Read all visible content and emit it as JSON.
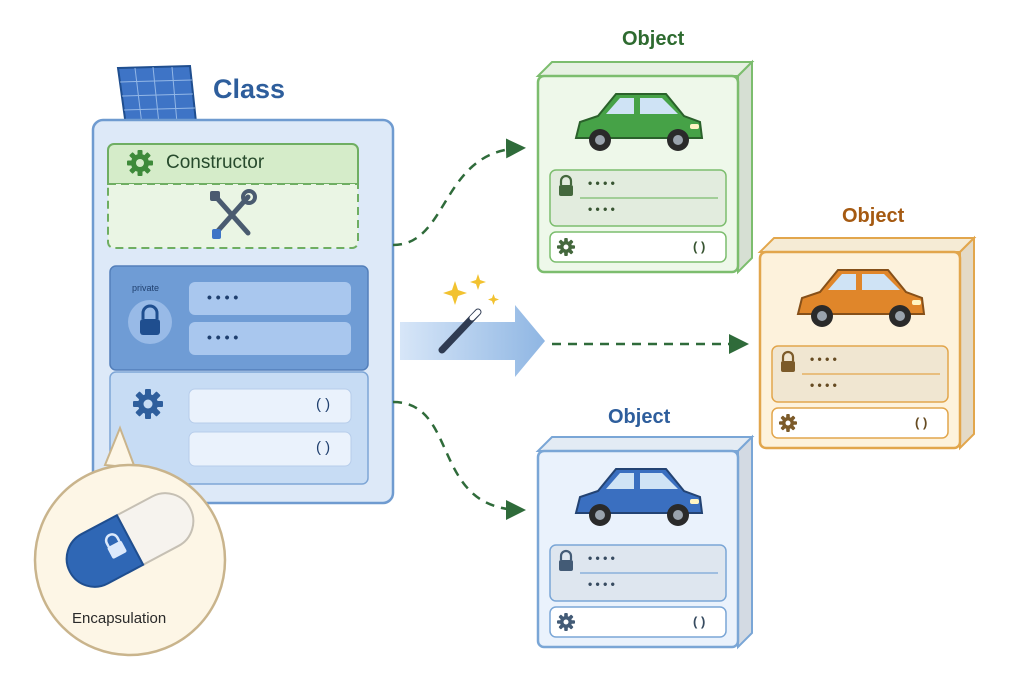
{
  "class_block": {
    "title": "Class",
    "constructor_label": "Constructor",
    "private_tag": "private",
    "field_marker": "• • • •",
    "method_marker": "( )"
  },
  "objects": [
    {
      "title": "Object",
      "color": "green",
      "frame": "#7cbd6e",
      "fill": "#eef8ea",
      "car": "#46a247",
      "field_marker": "• • • •",
      "method_marker": "( )"
    },
    {
      "title": "Object",
      "color": "orange",
      "frame": "#e2a64c",
      "fill": "#fdf2dc",
      "car": "#e0862a",
      "field_marker": "• • • •",
      "method_marker": "( )"
    },
    {
      "title": "Object",
      "color": "blue",
      "frame": "#7aa6d6",
      "fill": "#eaf2fc",
      "car": "#3a6fc0",
      "field_marker": "• • • •",
      "method_marker": "( )"
    }
  ],
  "encapsulation": {
    "label": "Encapsulation"
  },
  "colors": {
    "class_blue": "#2e5e9c",
    "panel_fill": "#dde9f8",
    "constructor_green": "#cfe8c4",
    "arrow_green": "#2f6b3a",
    "object_title_green": "#2e6b30",
    "object_title_orange": "#a55a12",
    "object_title_blue": "#2e5e9c"
  }
}
